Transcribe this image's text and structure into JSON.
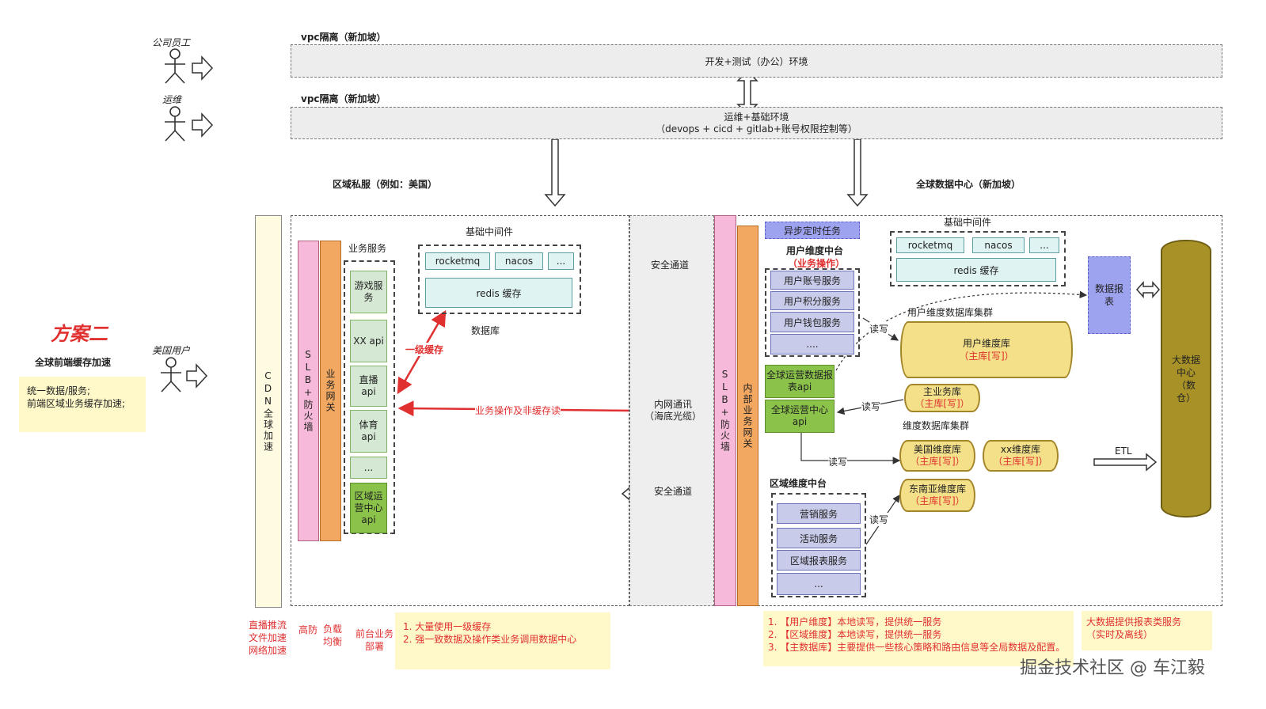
{
  "actors": {
    "employee": "公司员工",
    "ops": "运维",
    "us_user": "美国用户"
  },
  "plan": {
    "title": "方案二",
    "subtitle": "全球前端缓存加速",
    "note_line1": "统一数据/服务;",
    "note_line2": "前端区域业务缓存加速;"
  },
  "vpc": {
    "label1": "vpc隔离（新加坡）",
    "dev_env": "开发+测试（办公）环境",
    "label2": "vpc隔离（新加坡）",
    "ops_env_line1": "运维+基础环境",
    "ops_env_line2": "（devops + cicd + gitlab+账号权限控制等）"
  },
  "region": {
    "title": "区域私服（例如：美国）",
    "cdn": "CDN全球加速",
    "slb": "SLB+防火墙",
    "gateway": "业务网关",
    "biz_services_label": "业务服务",
    "services": [
      "游戏服务",
      "XX api",
      "直播 api",
      "体育 api",
      "...",
      "区域运营中心api"
    ],
    "middleware_label": "基础中间件",
    "mw_items": [
      "rocketmq",
      "nacos",
      "..."
    ],
    "redis": "redis 缓存",
    "db_label": "数据库",
    "first_cache": "一级缓存",
    "biz_op": "业务操作及非缓存读"
  },
  "channel": {
    "secure1": "安全通道",
    "intranet_line1": "内网通讯",
    "intranet_line2": "（海底光缆）",
    "secure2": "安全通道"
  },
  "global": {
    "title": "全球数据中心（新加坡）",
    "slb": "SLB+防火墙",
    "gateway": "内部业务网关",
    "async_task": "异步定时任务",
    "user_center_title": "用户维度中台",
    "user_center_sub": "（业务操作）",
    "user_services": [
      "用户账号服务",
      "用户积分服务",
      "用户钱包服务",
      "...."
    ],
    "ops_report_api": "全球运营数据报表api",
    "ops_center_api": "全球运营中心api",
    "middleware_label": "基础中间件",
    "mw_items": [
      "rocketmq",
      "nacos",
      "..."
    ],
    "redis": "redis 缓存",
    "data_report": "数据报表",
    "user_db_cluster": "用户维度数据库集群",
    "user_db": "用户维度库",
    "user_db_sub": "（主库[写]）",
    "main_biz_db": "主业务库",
    "main_biz_sub": "（主库[写]）",
    "dim_cluster": "维度数据库集群",
    "us_db": "美国维度库",
    "us_db_sub": "（主库[写]）",
    "xx_db": "xx维度库",
    "xx_db_sub": "（主库[写]）",
    "sea_db": "东南亚维度库",
    "sea_db_sub": "（主库[写]）",
    "region_center_title": "区域维度中台",
    "region_services": [
      "营销服务",
      "活动服务",
      "区域报表服务",
      "..."
    ],
    "read_write": "读写",
    "read_write2": "读写",
    "read_write3": "读写",
    "read_write4": "读写",
    "etl": "ETL",
    "bigdata": "大数据中心（数仓）"
  },
  "footer": {
    "cdn_note": [
      "直播推流",
      "文件加速",
      "网络加速"
    ],
    "slb_note1": "高防",
    "slb_note2": "负载均衡",
    "gw_note": "前台业务部署",
    "left_note": [
      "1. 大量使用一级缓存",
      "2. 强一致数据及操作类业务调用数据中心"
    ],
    "right_note": [
      "1. 【用户维度】本地读写，提供统一服务",
      "2. 【区域维度】本地读写，提供统一服务",
      "3. 【主数据库】主要提供一些核心策略和路由信息等全局数据及配置。"
    ],
    "bigdata_note": [
      "大数据提供报表类服务",
      "（实时及离线）"
    ],
    "watermark": "掘金技术社区 @ 车江毅"
  },
  "colors": {
    "red": "#e03030",
    "accent_green": "#8bc34a",
    "cylinder": "#f4e088"
  }
}
